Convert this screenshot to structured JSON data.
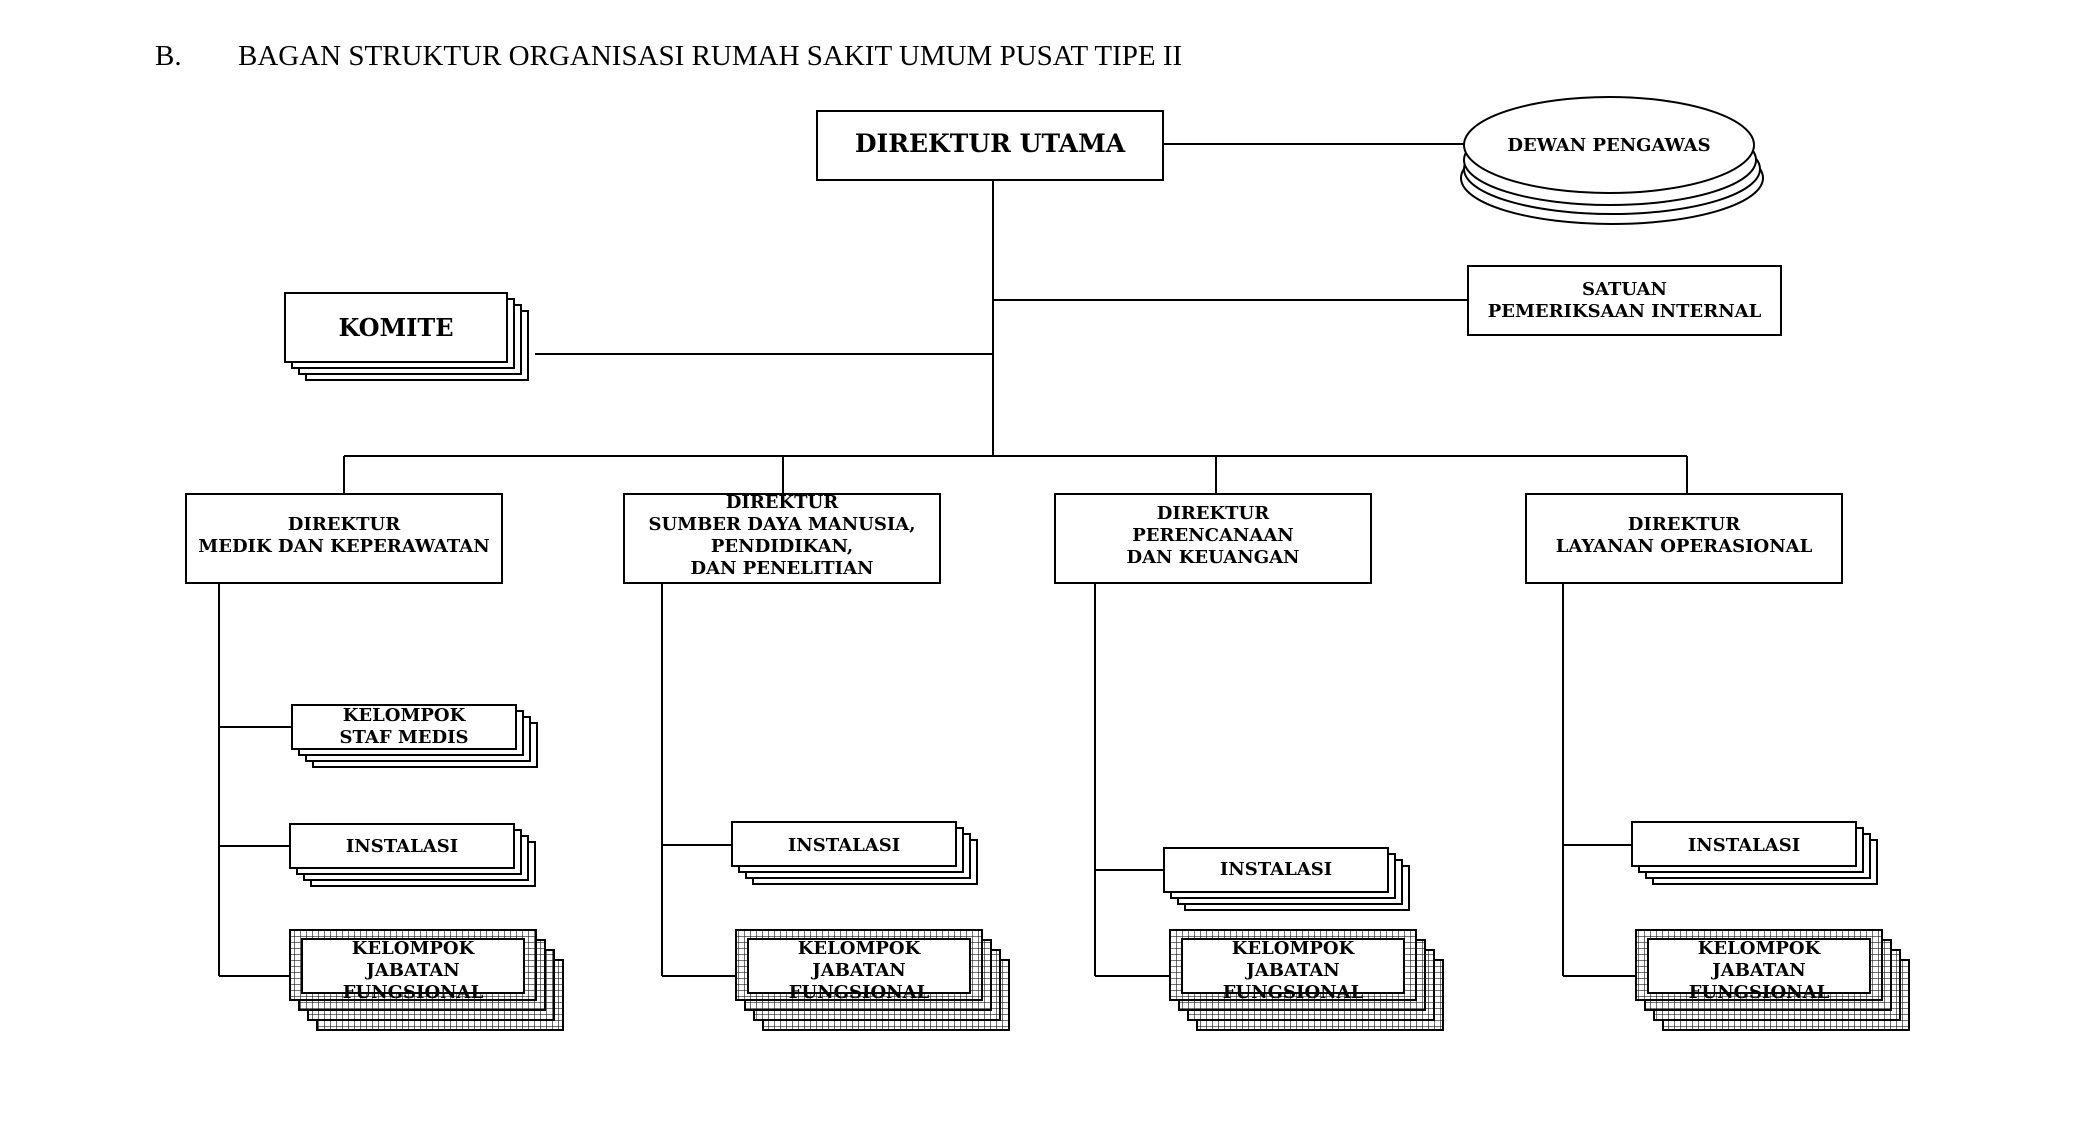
{
  "heading": {
    "label": "B.",
    "title": "BAGAN STRUKTUR ORGANISASI RUMAH SAKIT UMUM PUSAT TIPE II"
  },
  "nodes": {
    "direktur_utama": [
      "DIREKTUR UTAMA"
    ],
    "dewan_pengawas": [
      "DEWAN PENGAWAS"
    ],
    "satuan_pemeriksaan": [
      "SATUAN",
      "PEMERIKSAAN INTERNAL"
    ],
    "komite": [
      "KOMITE"
    ],
    "dir_medik": [
      "DIREKTUR",
      "MEDIK DAN KEPERAWATAN"
    ],
    "dir_sdm": [
      "DIREKTUR",
      "SUMBER DAYA MANUSIA,",
      "PENDIDIKAN,",
      "DAN PENELITIAN"
    ],
    "dir_perencanaan": [
      "DIREKTUR",
      "PERENCANAAN",
      "DAN KEUANGAN"
    ],
    "dir_layanan": [
      "DIREKTUR",
      "LAYANAN OPERASIONAL"
    ],
    "kelompok_staf_medis": [
      "KELOMPOK",
      "STAF MEDIS"
    ],
    "instalasi": [
      "INSTALASI"
    ],
    "kelompok_jabatan_fungsional": [
      "KELOMPOK",
      "JABATAN",
      "FUNGSIONAL"
    ]
  },
  "colors": {
    "line": "#000000",
    "fill": "#ffffff",
    "hatch": "#222222"
  }
}
